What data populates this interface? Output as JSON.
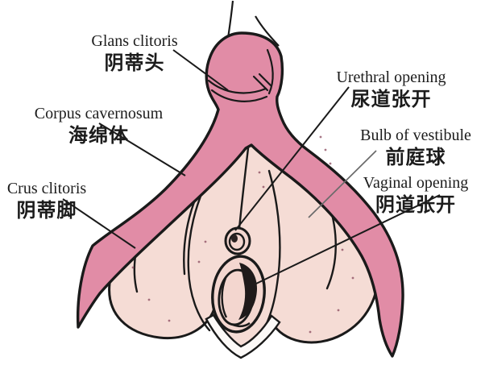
{
  "figure": {
    "title": "Clitoris anatomy diagram (bilingual EN/ZH)",
    "background_color": "#ffffff",
    "colors": {
      "erectile_tissue_pink": "#e18ca6",
      "vestibular_bulb_beige": "#f5dcd5",
      "opening_inner_beige": "#f3d6cf",
      "outline_black": "#1a1a1a",
      "text_black": "#1c1c1c",
      "leader_line_gray": "#6a6a6a"
    },
    "labels": [
      {
        "id": "glans",
        "en": "Glans clitoris",
        "zh": "阴蒂头"
      },
      {
        "id": "corpus",
        "en": "Corpus cavernosum",
        "zh": "海绵体"
      },
      {
        "id": "crus",
        "en": "Crus clitoris",
        "zh": "阴蒂脚"
      },
      {
        "id": "urethral",
        "en": "Urethral opening",
        "zh": "尿道张开"
      },
      {
        "id": "bulb",
        "en": "Bulb of vestibule",
        "zh": "前庭球"
      },
      {
        "id": "vaginal",
        "en": "Vaginal opening",
        "zh": "阴道张开"
      }
    ]
  }
}
